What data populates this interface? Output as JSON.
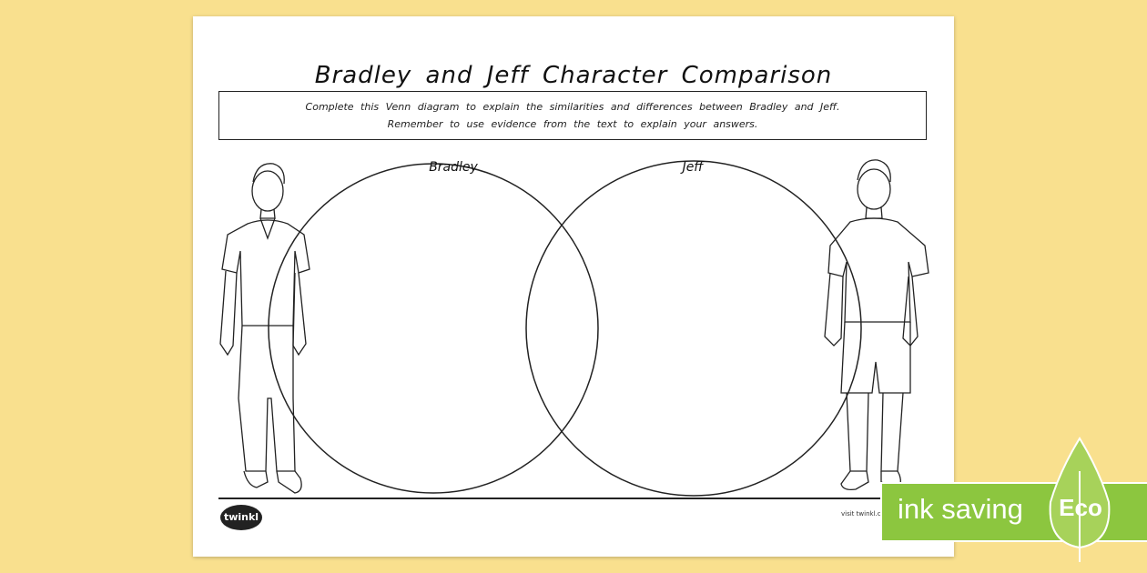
{
  "worksheet": {
    "title": "Bradley and Jeff Character Comparison",
    "instructions_line1": "Complete this Venn diagram to explain the similarities and differences between Bradley and Jeff.",
    "instructions_line2": "Remember to use evidence from the text to explain your answers."
  },
  "venn": {
    "left_label": "Bradley",
    "right_label": "Jeff"
  },
  "footer": {
    "logo_text": "twinkl",
    "visit_text": "visit twinkl.c"
  },
  "badge": {
    "ink_saving": "ink saving",
    "eco": "Eco"
  },
  "colors": {
    "background": "#f9e08e",
    "badge_green": "#8cc63f",
    "leaf_green": "#a7d25a"
  }
}
